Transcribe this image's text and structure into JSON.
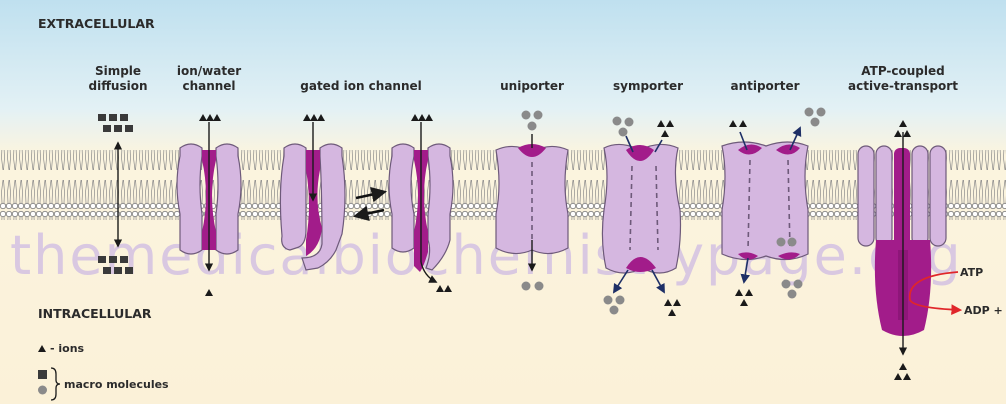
{
  "regions": {
    "extracellular": "EXTRACELLULAR",
    "intracellular": "INTRACELLULAR"
  },
  "labels": {
    "simple_diffusion_1": "Simple",
    "simple_diffusion_2": "diffusion",
    "ion_water_1": "ion/water",
    "ion_water_2": "channel",
    "gated": "gated ion channel",
    "uniporter": "uniporter",
    "symporter": "symporter",
    "antiporter": "antiporter",
    "atp_coupled_1": "ATP-coupled",
    "atp_coupled_2": "active-transport"
  },
  "atp": {
    "atp_label": "ATP",
    "products_label": "ADP + Pi"
  },
  "legend": {
    "ions": "- ions",
    "macro": "macro molecules"
  },
  "watermark": "themedicalbiochemistrypage.org",
  "colors": {
    "extracellular_bg": "#bfe0ef",
    "intracellular_bg": "#fbf3dc",
    "protein": "#d5b7e0",
    "channel": "#a21c8a",
    "transport_arrow": "#1e2f66",
    "atp_arrow": "#e0262a"
  }
}
